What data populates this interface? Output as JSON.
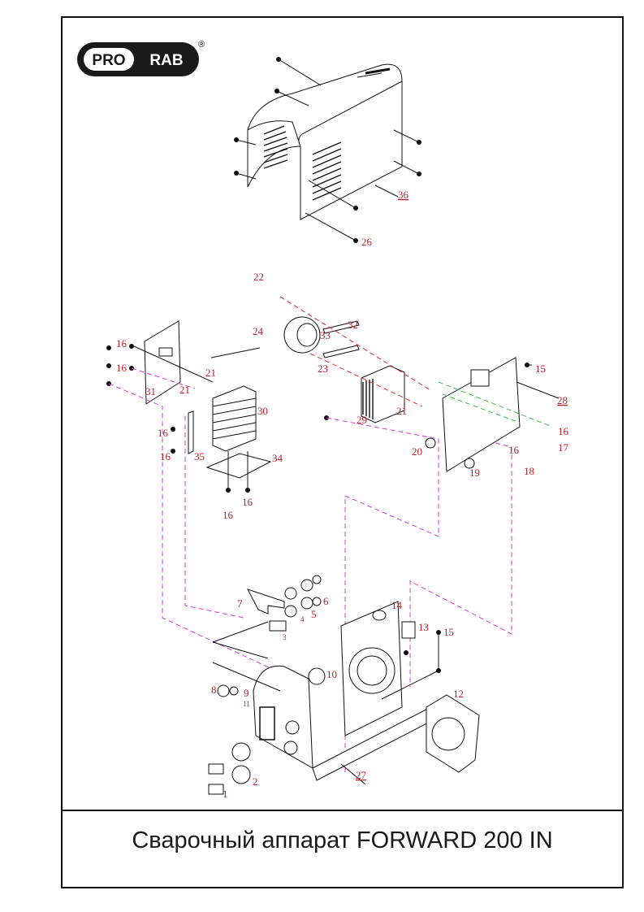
{
  "logo": {
    "left": "PRO",
    "right": "RAB",
    "registered": "®"
  },
  "caption": "Сварочный аппарат FORWARD 200 IN",
  "part_labels": [
    "1",
    "2",
    "3",
    "4",
    "5",
    "6",
    "7",
    "8",
    "9",
    "10",
    "11",
    "12",
    "13",
    "14",
    "15",
    "16",
    "17",
    "18",
    "19",
    "20",
    "21",
    "22",
    "23",
    "24",
    "26",
    "27",
    "28",
    "29",
    "30",
    "31",
    "32",
    "33",
    "34",
    "35",
    "36"
  ],
  "colors": {
    "label": "#c0202a",
    "line": "#111111",
    "dash_magenta": "#d63ad6",
    "dash_red": "#e03030",
    "dash_green": "#3bc23b"
  }
}
